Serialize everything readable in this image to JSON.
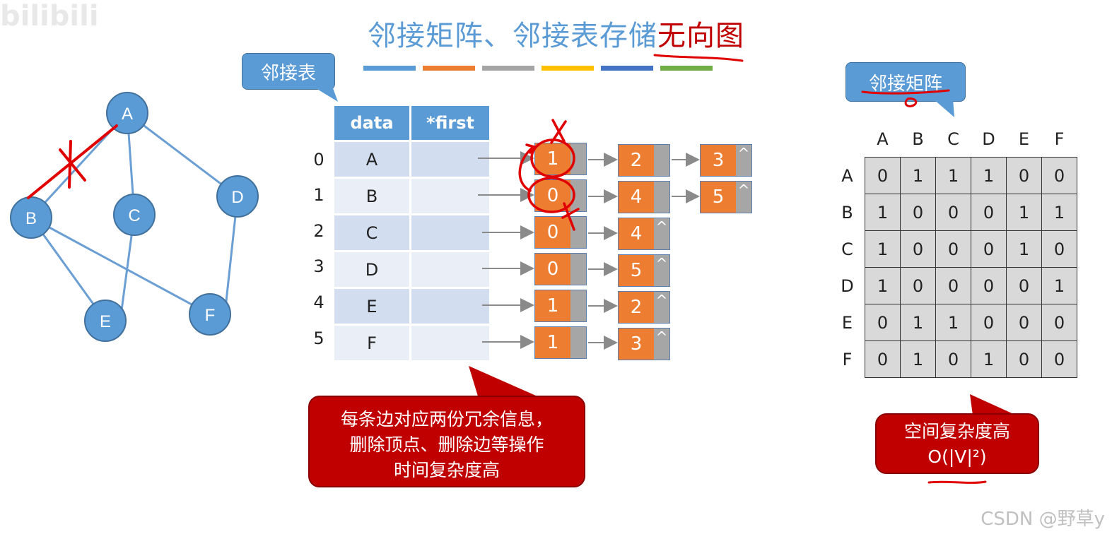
{
  "logo_text": "bilibili",
  "title": {
    "part1": "邻接矩阵、邻接表存储",
    "part2": "无向图"
  },
  "color_bars": [
    "#5b9bd5",
    "#ed7d31",
    "#a5a5a5",
    "#ffc000",
    "#4472c4",
    "#70ad47"
  ],
  "graph": {
    "nodes": [
      "A",
      "B",
      "C",
      "D",
      "E",
      "F"
    ]
  },
  "adj_list": {
    "callout": "邻接表",
    "headers": [
      "data",
      "*first"
    ],
    "indices": [
      "0",
      "1",
      "2",
      "3",
      "4",
      "5"
    ],
    "vertices": [
      "A",
      "B",
      "C",
      "D",
      "E",
      "F"
    ],
    "lists": [
      [
        "1",
        "2",
        "3"
      ],
      [
        "0",
        "4",
        "5"
      ],
      [
        "0",
        "4"
      ],
      [
        "0",
        "5"
      ],
      [
        "1",
        "2"
      ],
      [
        "1",
        "3"
      ]
    ],
    "null_symbol": "^",
    "note": [
      "每条边对应两份冗余信息，",
      "删除顶点、删除边等操作",
      "时间复杂度高"
    ]
  },
  "matrix": {
    "callout": "邻接矩阵",
    "labels": [
      "A",
      "B",
      "C",
      "D",
      "E",
      "F"
    ],
    "rows": [
      [
        "0",
        "1",
        "1",
        "1",
        "0",
        "0"
      ],
      [
        "1",
        "0",
        "0",
        "0",
        "1",
        "1"
      ],
      [
        "1",
        "0",
        "0",
        "0",
        "1",
        "0"
      ],
      [
        "1",
        "0",
        "0",
        "0",
        "0",
        "1"
      ],
      [
        "0",
        "1",
        "1",
        "0",
        "0",
        "0"
      ],
      [
        "0",
        "1",
        "0",
        "1",
        "0",
        "0"
      ]
    ],
    "note": [
      "空间复杂度高",
      "O(|V|²)"
    ]
  },
  "watermark": "CSDN @野草y"
}
